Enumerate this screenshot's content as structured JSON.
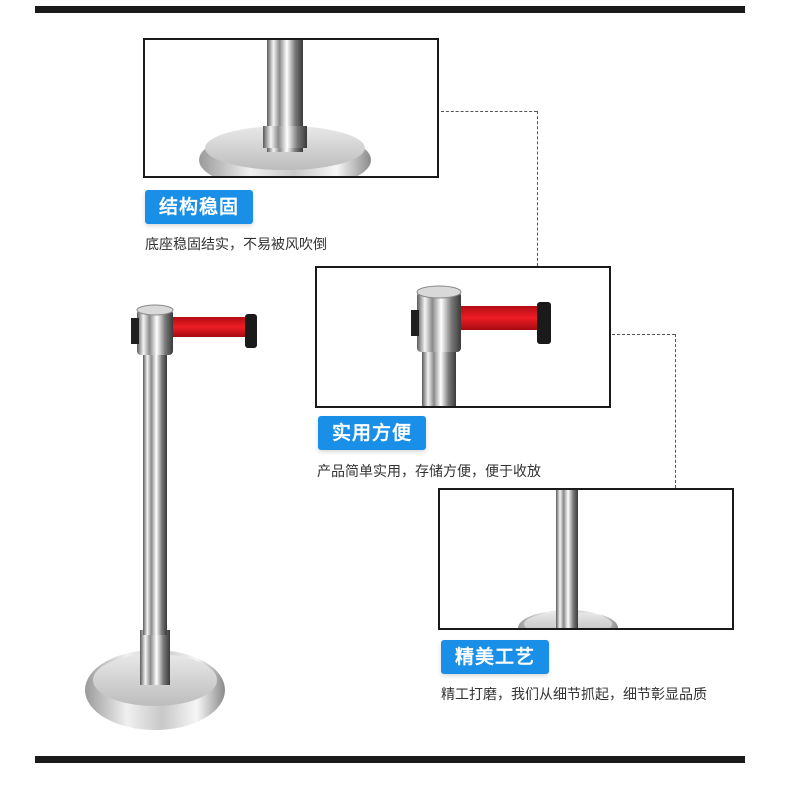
{
  "features": [
    {
      "title": "结构稳固",
      "desc": "底座稳固结实，不易被风吹倒"
    },
    {
      "title": "实用方便",
      "desc": "产品简单实用，存储方便，便于收放"
    },
    {
      "title": "精美工艺",
      "desc": "精工打磨，我们从细节抓起，细节彰显品质"
    }
  ],
  "colors": {
    "accent": "#1a8fe8",
    "belt": "#d8131b",
    "frame": "#1a1a1a"
  }
}
